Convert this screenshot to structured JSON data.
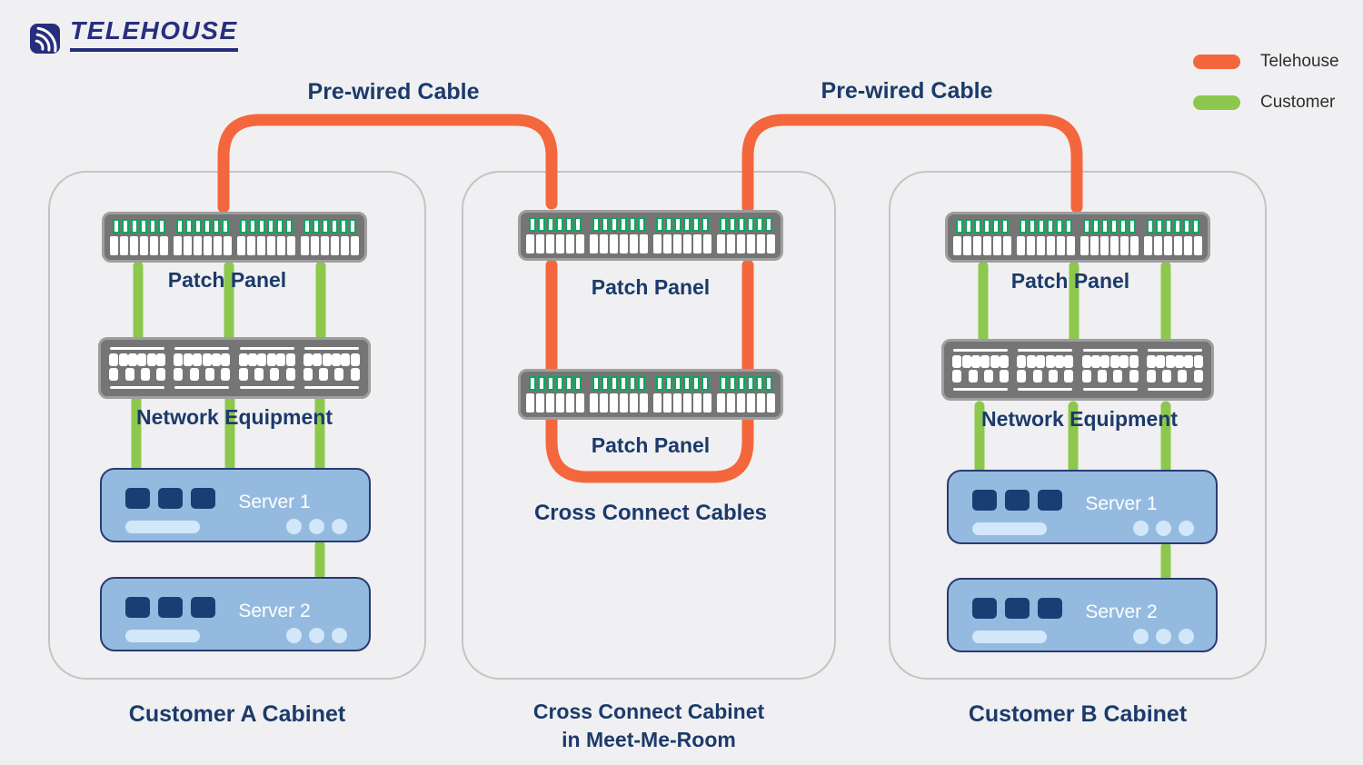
{
  "logo": {
    "text": "TELEHOUSE"
  },
  "legend": {
    "items": [
      {
        "label": "Telehouse",
        "color": "#F4673C"
      },
      {
        "label": "Customer",
        "color": "#8DC74D"
      }
    ]
  },
  "labels": {
    "pre_wired_left": "Pre-wired Cable",
    "pre_wired_right": "Pre-wired Cable"
  },
  "cabinets": {
    "a": {
      "caption": "Customer A Cabinet",
      "patch_panel": "Patch Panel",
      "network_equipment": "Network Equipment",
      "server1": "Server 1",
      "server2": "Server 2"
    },
    "cross": {
      "caption_line1": "Cross Connect Cabinet",
      "caption_line2": "in Meet-Me-Room",
      "patch_panel_top": "Patch Panel",
      "patch_panel_bottom": "Patch Panel",
      "cross_connect": "Cross Connect Cables"
    },
    "b": {
      "caption": "Customer B Cabinet",
      "patch_panel": "Patch Panel",
      "network_equipment": "Network Equipment",
      "server1": "Server 1",
      "server2": "Server 2"
    }
  },
  "colors": {
    "background": "#F0F0F2",
    "cable-orange": "#F4673C",
    "cable-green": "#8DC74D",
    "port-green": "#0BA75D",
    "panel-gray": "#757575",
    "panel-border": "#9E9E9E",
    "server-fill": "#94BBDF",
    "server-border": "#2A3A72",
    "server-dark-square": "#1A3E73",
    "server-light": "#D2E7F9",
    "label-navy": "#1C3A6B",
    "logo-navy": "#272E7E",
    "cabinet-border": "#C4C4C4",
    "legend-text": "#2E2E2E"
  },
  "panel_spec": {
    "groups": 4,
    "green_ports": 6,
    "white_ports": 6
  },
  "ne_spec": {
    "groups": 4,
    "squares": 10
  }
}
